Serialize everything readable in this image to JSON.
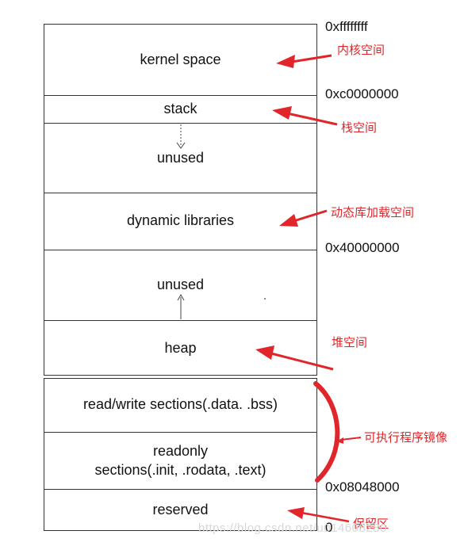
{
  "segments": {
    "kernel": "kernel space",
    "stack": "stack",
    "unused_top": "unused",
    "dynlib": "dynamic libraries",
    "unused_mid": "unused",
    "heap": "heap",
    "rw": "read/write sections(.data. .bss)",
    "ro_line1": "readonly",
    "ro_line2": "sections(.init, .rodata, .text)",
    "reserved": "reserved"
  },
  "addresses": {
    "a_top": "0xffffffff",
    "a_kernel": "0xc0000000",
    "a_dyn": "0x40000000",
    "a_exec": "0x08048000",
    "a_zero": "0"
  },
  "annotations": {
    "kernel_cn": "内核空间",
    "stack_cn": "栈空间",
    "dynlib_cn": "动态库加载空间",
    "heap_cn": "堆空间",
    "exec_cn": "可执行程序镜像",
    "reserved_cn": "保留区"
  },
  "watermark": "https://blog.csdn.net/u014608280",
  "colors": {
    "annotation": "#e0262a",
    "line": "#333333"
  }
}
